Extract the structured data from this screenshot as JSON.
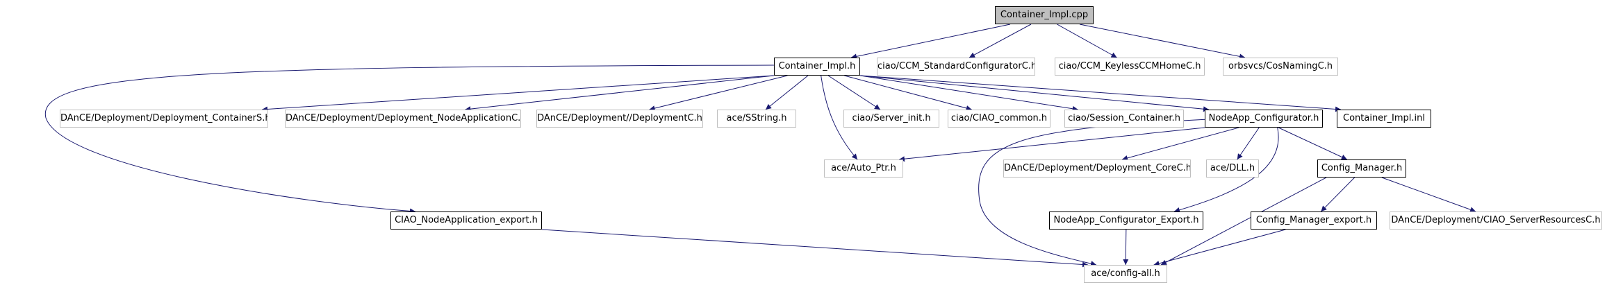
{
  "graph": {
    "edge_color": "#191970",
    "root_fill": "#bfbfbf",
    "external_border": "#bfbfbf",
    "documented_border": "#000000",
    "nodes": [
      {
        "id": "container_impl_cpp",
        "label": "Container_Impl.cpp",
        "kind": "root"
      },
      {
        "id": "container_impl_h",
        "label": "Container_Impl.h",
        "kind": "documented"
      },
      {
        "id": "ccm_standard",
        "label": "ciao/CCM_StandardConfiguratorC.h",
        "kind": "external"
      },
      {
        "id": "ccm_keyless",
        "label": "ciao/CCM_KeylessCCMHomeC.h",
        "kind": "external"
      },
      {
        "id": "cosnaming",
        "label": "orbsvcs/CosNamingC.h",
        "kind": "external"
      },
      {
        "id": "deployment_containers",
        "label": "DAnCE/Deployment/Deployment_ContainerS.h",
        "kind": "external"
      },
      {
        "id": "deployment_nodeapp",
        "label": "DAnCE/Deployment/Deployment_NodeApplicationC.h",
        "kind": "external"
      },
      {
        "id": "deploymentc",
        "label": "DAnCE/Deployment//DeploymentC.h",
        "kind": "external"
      },
      {
        "id": "sstring",
        "label": "ace/SString.h",
        "kind": "external"
      },
      {
        "id": "server_init",
        "label": "ciao/Server_init.h",
        "kind": "external"
      },
      {
        "id": "ciao_common",
        "label": "ciao/CIAO_common.h",
        "kind": "external"
      },
      {
        "id": "session_container",
        "label": "ciao/Session_Container.h",
        "kind": "external"
      },
      {
        "id": "nodeapp_configurator",
        "label": "NodeApp_Configurator.h",
        "kind": "documented"
      },
      {
        "id": "container_impl_inl",
        "label": "Container_Impl.inl",
        "kind": "documented"
      },
      {
        "id": "auto_ptr",
        "label": "ace/Auto_Ptr.h",
        "kind": "external"
      },
      {
        "id": "deployment_corec",
        "label": "DAnCE/Deployment/Deployment_CoreC.h",
        "kind": "external"
      },
      {
        "id": "dll",
        "label": "ace/DLL.h",
        "kind": "external"
      },
      {
        "id": "config_manager",
        "label": "Config_Manager.h",
        "kind": "documented"
      },
      {
        "id": "nodeapp_export",
        "label": "CIAO_NodeApplication_export.h",
        "kind": "documented"
      },
      {
        "id": "configurator_export",
        "label": "NodeApp_Configurator_Export.h",
        "kind": "documented"
      },
      {
        "id": "config_manager_export",
        "label": "Config_Manager_export.h",
        "kind": "documented"
      },
      {
        "id": "server_resources",
        "label": "DAnCE/Deployment/CIAO_ServerResourcesC.h",
        "kind": "external"
      },
      {
        "id": "config_all",
        "label": "ace/config-all.h",
        "kind": "external"
      }
    ],
    "edges": [
      {
        "from": "container_impl_cpp",
        "to": "container_impl_h"
      },
      {
        "from": "container_impl_cpp",
        "to": "ccm_standard"
      },
      {
        "from": "container_impl_cpp",
        "to": "ccm_keyless"
      },
      {
        "from": "container_impl_cpp",
        "to": "cosnaming"
      },
      {
        "from": "container_impl_h",
        "to": "deployment_containers"
      },
      {
        "from": "container_impl_h",
        "to": "deployment_nodeapp"
      },
      {
        "from": "container_impl_h",
        "to": "deploymentc"
      },
      {
        "from": "container_impl_h",
        "to": "sstring"
      },
      {
        "from": "container_impl_h",
        "to": "server_init"
      },
      {
        "from": "container_impl_h",
        "to": "ciao_common"
      },
      {
        "from": "container_impl_h",
        "to": "session_container"
      },
      {
        "from": "container_impl_h",
        "to": "nodeapp_configurator"
      },
      {
        "from": "container_impl_h",
        "to": "container_impl_inl"
      },
      {
        "from": "container_impl_h",
        "to": "auto_ptr"
      },
      {
        "from": "container_impl_h",
        "to": "nodeapp_export"
      },
      {
        "from": "nodeapp_configurator",
        "to": "auto_ptr"
      },
      {
        "from": "nodeapp_configurator",
        "to": "deployment_corec"
      },
      {
        "from": "nodeapp_configurator",
        "to": "dll"
      },
      {
        "from": "nodeapp_configurator",
        "to": "config_manager"
      },
      {
        "from": "nodeapp_configurator",
        "to": "configurator_export"
      },
      {
        "from": "nodeapp_configurator",
        "to": "config_all"
      },
      {
        "from": "config_manager",
        "to": "config_manager_export"
      },
      {
        "from": "config_manager",
        "to": "server_resources"
      },
      {
        "from": "config_manager",
        "to": "config_all"
      },
      {
        "from": "nodeapp_export",
        "to": "config_all"
      },
      {
        "from": "configurator_export",
        "to": "config_all"
      },
      {
        "from": "config_manager_export",
        "to": "config_all"
      }
    ]
  }
}
